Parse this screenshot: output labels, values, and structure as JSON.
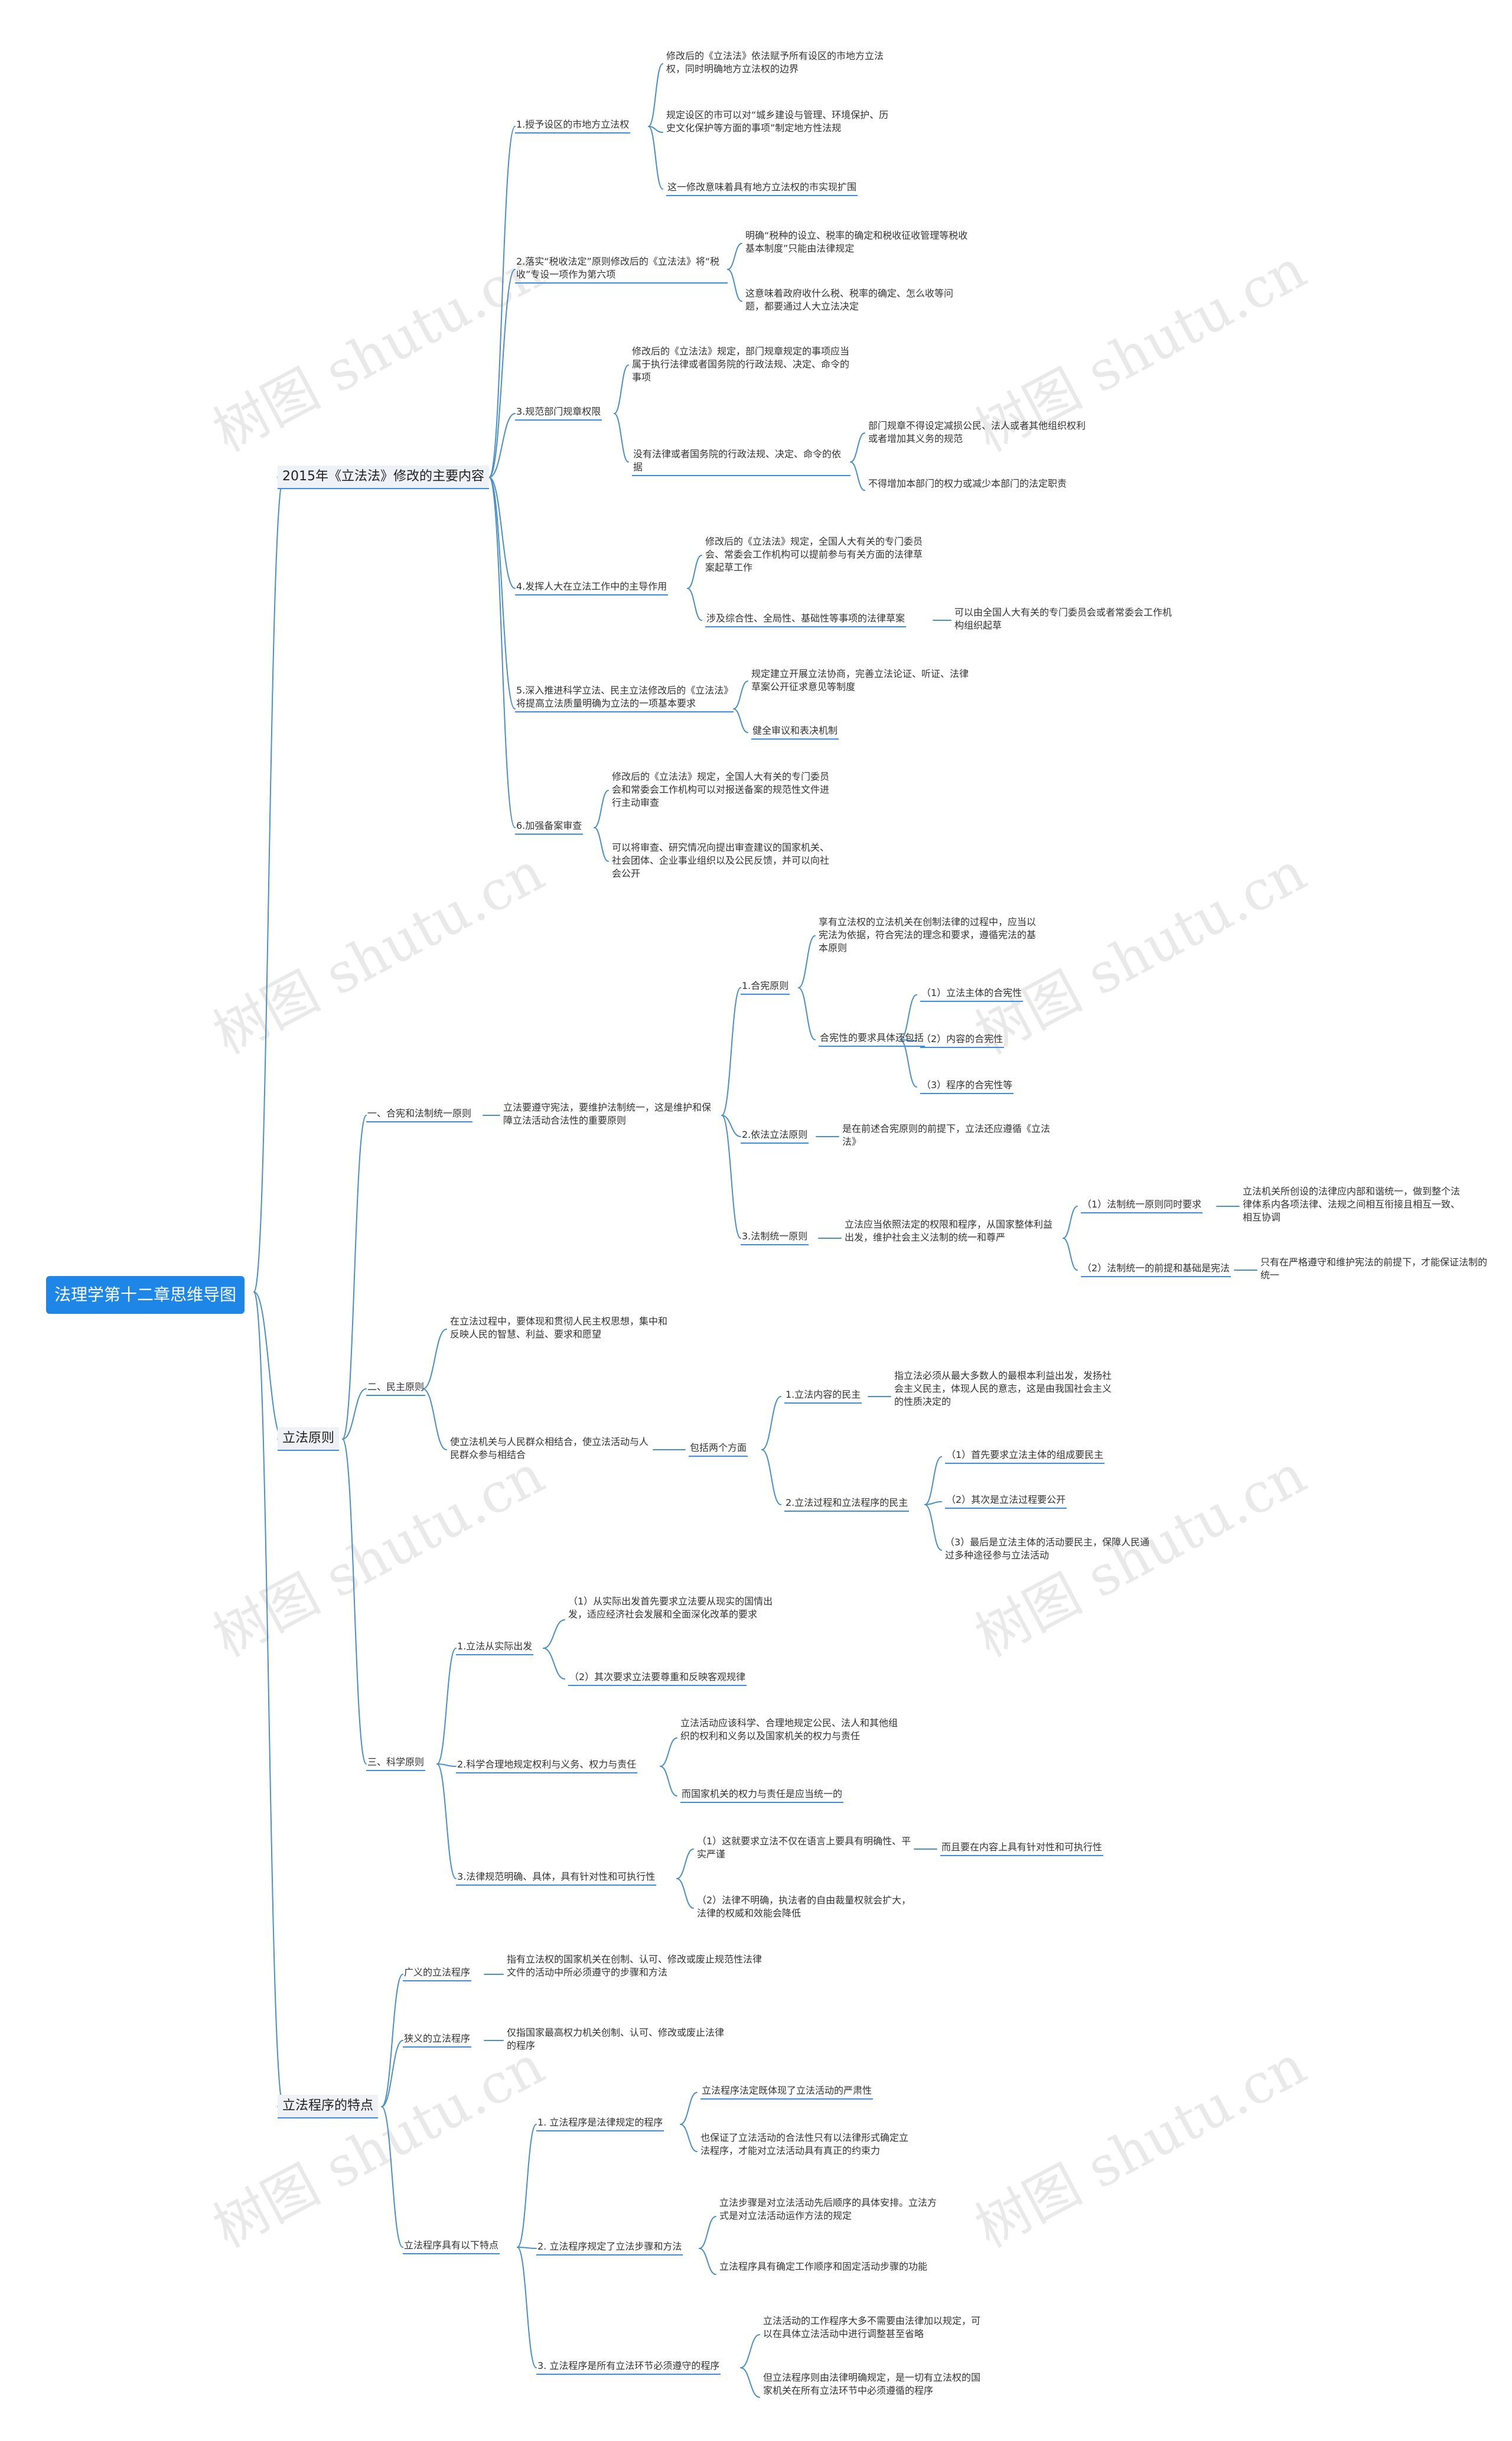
{
  "root": "法理学第十二章思维导图",
  "watermark": "树图 shutu.cn",
  "s1": {
    "title": "2015年《立法法》修改的主要内容",
    "c1": {
      "label": "1.授予设区的市地方立法权",
      "items": [
        "修改后的《立法法》依法赋予所有设区的市地方立法权，同时明确地方立法权的边界",
        "规定设区的市可以对“城乡建设与管理、环境保护、历史文化保护等方面的事项”制定地方性法规",
        "这一修改意味着具有地方立法权的市实现扩围"
      ]
    },
    "c2": {
      "label": "2.落实“税收法定”原则修改后的《立法法》将“税收”专设一项作为第六项",
      "items": [
        "明确“税种的设立、税率的确定和税收征收管理等税收基本制度”只能由法律规定",
        "这意味着政府收什么税、税率的确定、怎么收等问题，都要通过人大立法决定"
      ]
    },
    "c3": {
      "label": "3.规范部门规章权限",
      "a": "修改后的《立法法》规定，部门规章规定的事项应当属于执行法律或者国务院的行政法规、决定、命令的事项",
      "b": "没有法律或者国务院的行政法规、决定、命令的依据",
      "b_items": [
        "部门规章不得设定减损公民、法人或者其他组织权利或者增加其义务的规范",
        "不得增加本部门的权力或减少本部门的法定职责"
      ]
    },
    "c4": {
      "label": "4.发挥人大在立法工作中的主导作用",
      "a": "修改后的《立法法》规定，全国人大有关的专门委员会、常委会工作机构可以提前参与有关方面的法律草案起草工作",
      "b": "涉及综合性、全局性、基础性等事项的法律草案",
      "b_item": "可以由全国人大有关的专门委员会或者常委会工作机构组织起草"
    },
    "c5": {
      "label": "5.深入推进科学立法、民主立法修改后的《立法法》将提高立法质量明确为立法的一项基本要求",
      "items": [
        "规定建立开展立法协商，完善立法论证、听证、法律草案公开征求意见等制度",
        "健全审议和表决机制"
      ]
    },
    "c6": {
      "label": "6.加强备案审查",
      "items": [
        "修改后的《立法法》规定，全国人大有关的专门委员会和常委会工作机构可以对报送备案的规范性文件进行主动审查",
        "可以将审查、研究情况向提出审查建议的国家机关、社会团体、企业事业组织以及公民反馈，并可以向社会公开"
      ]
    }
  },
  "s2": {
    "title": "立法原则",
    "p1": {
      "label": "一、合宪和法制统一原则",
      "desc": "立法要遵守宪法，要维护法制统一，这是维护和保障立法活动合法性的重要原则",
      "a": {
        "label": "1.合宪原则",
        "x1": "享有立法权的立法机关在创制法律的过程中，应当以宪法为依据，符合宪法的理念和要求，遵循宪法的基本原则",
        "x2": "合宪性的要求具体还包括",
        "x2_items": [
          "（1）立法主体的合宪性",
          "（2）内容的合宪性",
          "（3）程序的合宪性等"
        ]
      },
      "b": {
        "label": "2.依法立法原则",
        "item": "是在前述合宪原则的前提下，立法还应遵循《立法法》"
      },
      "c": {
        "label": "3.法制统一原则",
        "desc": "立法应当依照法定的权限和程序，从国家整体利益出发，维护社会主义法制的统一和尊严",
        "y1": "（1）法制统一原则同时要求",
        "y1_item": "立法机关所创设的法律应内部和谐统一，做到整个法律体系内各项法律、法规之间相互衔接且相互一致、相互协调",
        "y2": "（2）法制统一的前提和基础是宪法",
        "y2_item": "只有在严格遵守和维护宪法的前提下，才能保证法制的统一"
      }
    },
    "p2": {
      "label": "二、民主原则",
      "a": "在立法过程中，要体现和贯彻人民主权思想，集中和反映人民的智慧、利益、要求和愿望",
      "b": "使立法机关与人民群众相结合，使立法活动与人民群众参与相结合",
      "b_mid": "包括两个方面",
      "m1": "1.立法内容的民主",
      "m1_item": "指立法必须从最大多数人的最根本利益出发，发扬社会主义民主，体现人民的意志，这是由我国社会主义的性质决定的",
      "m2": "2.立法过程和立法程序的民主",
      "m2_items": [
        "（1）首先要求立法主体的组成要民主",
        "（2）其次是立法过程要公开",
        "（3）最后是立法主体的活动要民主，保障人民通过多种途径参与立法活动"
      ]
    },
    "p3": {
      "label": "三、科学原则",
      "a": "1.立法从实际出发",
      "a_items": [
        "（1）从实际出发首先要求立法要从现实的国情出发，适应经济社会发展和全面深化改革的要求",
        "（2）其次要求立法要尊重和反映客观规律"
      ],
      "b": "2.科学合理地规定权利与义务、权力与责任",
      "b_items": [
        "立法活动应该科学、合理地规定公民、法人和其他组织的权利和义务以及国家机关的权力与责任",
        "而国家机关的权力与责任是应当统一的"
      ],
      "c": "3.法律规范明确、具体，具有针对性和可执行性",
      "c1": "（1）这就要求立法不仅在语言上要具有明确性、平实严谨",
      "c1_item": "而且要在内容上具有针对性和可执行性",
      "c2": "（2）法律不明确，执法者的自由裁量权就会扩大，法律的权威和效能会降低"
    }
  },
  "s3": {
    "title": "立法程序的特点",
    "q1": {
      "label": "广义的立法程序",
      "item": "指有立法权的国家机关在创制、认可、修改或废止规范性法律文件的活动中所必须遵守的步骤和方法"
    },
    "q2": {
      "label": "狭义的立法程序",
      "item": "仅指国家最高权力机关创制、认可、修改或废止法律的程序"
    },
    "q3": {
      "label": "立法程序具有以下特点",
      "r1": {
        "label": "1. 立法程序是法律规定的程序",
        "items": [
          "立法程序法定既体现了立法活动的严肃性",
          "也保证了立法活动的合法性只有以法律形式确定立法程序，才能对立法活动具有真正的约束力"
        ]
      },
      "r2": {
        "label": "2. 立法程序规定了立法步骤和方法",
        "items": [
          "立法步骤是对立法活动先后顺序的具体安排。立法方式是对立法活动运作方法的规定",
          "立法程序具有确定工作顺序和固定活动步骤的功能"
        ]
      },
      "r3": {
        "label": "3. 立法程序是所有立法环节必须遵守的程序",
        "items": [
          "立法活动的工作程序大多不需要由法律加以规定，可以在具体立法活动中进行调整甚至省略",
          "但立法程序则由法律明确规定，是一切有立法权的国家机关在所有立法环节中必须遵循的程序"
        ]
      }
    }
  }
}
